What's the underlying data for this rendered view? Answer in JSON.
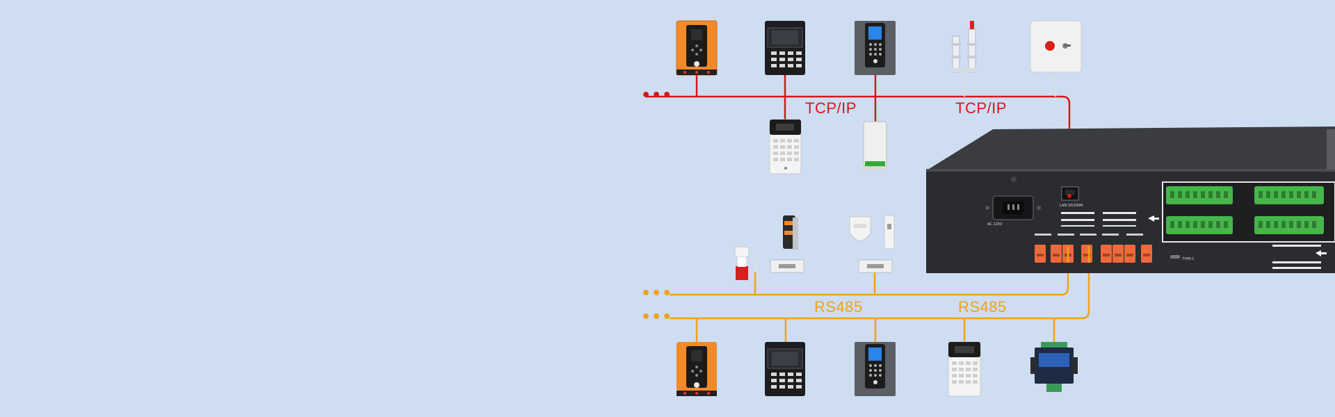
{
  "network": {
    "tcp_label_1": "TCP/IP",
    "tcp_label_2": "TCP/IP",
    "rs485_label_1": "RS485",
    "rs485_label_2": "RS485",
    "continuation": "•••"
  },
  "controller": {
    "port_labels": [
      "LAN 10/100M",
      "AC 220V",
      "TYPE-C"
    ]
  },
  "colors": {
    "background": "#cfddf3",
    "tcp_line": "#d11a1a",
    "rs485_line": "#f2a218",
    "chassis": "#2b2d30",
    "terminal_orange": "#ec6a3c",
    "terminal_green": "#47b64a"
  }
}
